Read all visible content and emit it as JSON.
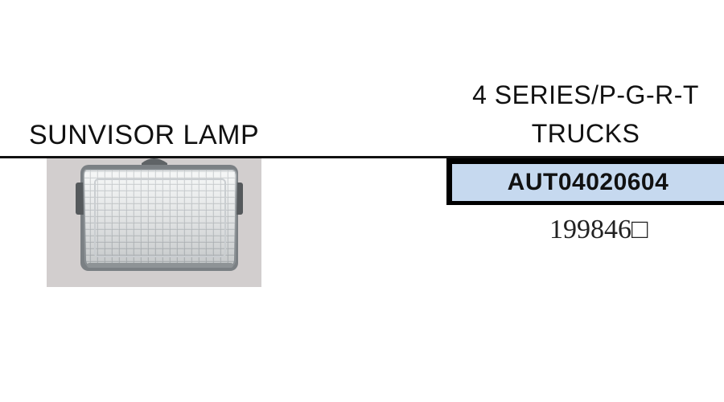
{
  "product": {
    "name": "SUNVISOR LAMP"
  },
  "application": {
    "line1": "4 SERIES/P-G-R-T",
    "line2": "TRUCKS"
  },
  "part": {
    "number": "AUT04020604",
    "reference": "199846□"
  },
  "colors": {
    "part_box_fill": "#c6d9ef",
    "part_box_border": "#000000",
    "rule": "#111111",
    "photo_background": "#d2cece"
  }
}
